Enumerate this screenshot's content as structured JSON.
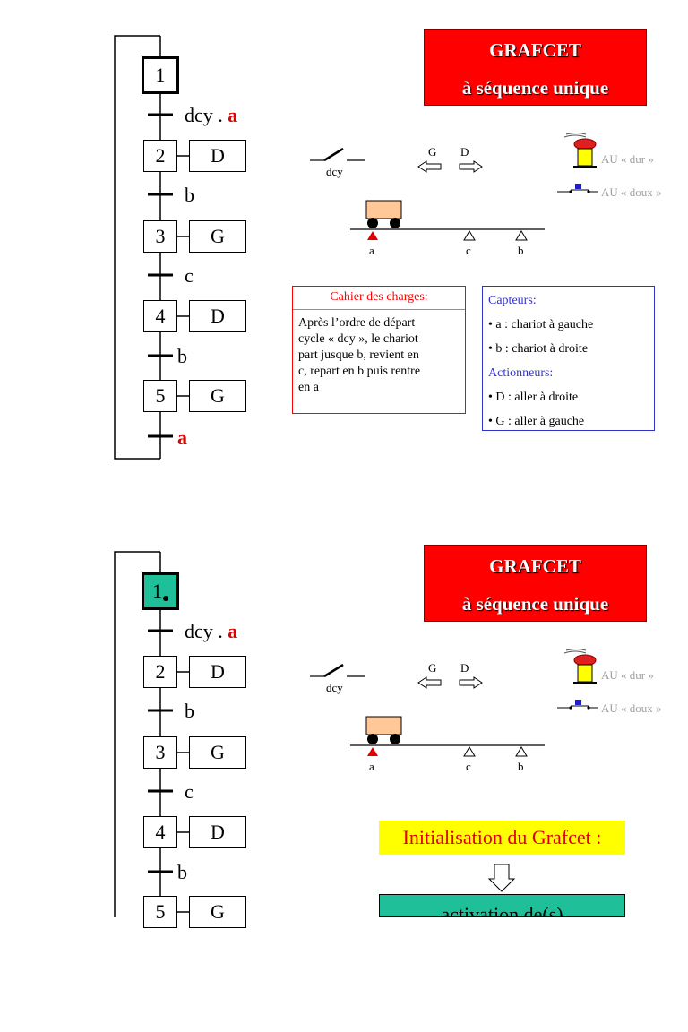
{
  "grafcet": {
    "steps": [
      {
        "num": "1"
      },
      {
        "num": "2",
        "action": "D"
      },
      {
        "num": "3",
        "action": "G"
      },
      {
        "num": "4",
        "action": "D"
      },
      {
        "num": "5",
        "action": "G"
      }
    ],
    "transitions": {
      "t1": {
        "main": "dcy . ",
        "highlight": "a"
      },
      "t2": "b",
      "t3": "c",
      "t4": "b",
      "t5": "a"
    }
  },
  "title": {
    "line1": "GRAFCET",
    "line2": "à séquence unique"
  },
  "system": {
    "switch_label": "dcy",
    "dir_g": "G",
    "dir_d": "D",
    "au_dur": "AU « dur »",
    "au_doux": "AU « doux »",
    "sensor_a": "a",
    "sensor_c": "c",
    "sensor_b": "b"
  },
  "cahier": {
    "title": "Cahier des charges:",
    "line1": "Après l’ordre de départ",
    "line2": "cycle « dcy », le chariot",
    "line3": "part jusque b, revient en",
    "line4": "c, repart en b puis rentre",
    "line5": "en a"
  },
  "capteurs": {
    "title": "Capteurs:",
    "a": "a : chariot à gauche",
    "b": "b : chariot à droite",
    "actionneurs_title": "Actionneurs:",
    "d": "D : aller à droite",
    "g": "G : aller à gauche"
  },
  "panel2": {
    "init_label": "Initialisation du Grafcet :",
    "activation_label": "activation de(s)"
  },
  "colors": {
    "title_bg": "#ff0000",
    "active_step": "#1fbf9a",
    "init_bg": "#ffff00",
    "accent_red": "#e00000",
    "blue": "#3333cc"
  }
}
